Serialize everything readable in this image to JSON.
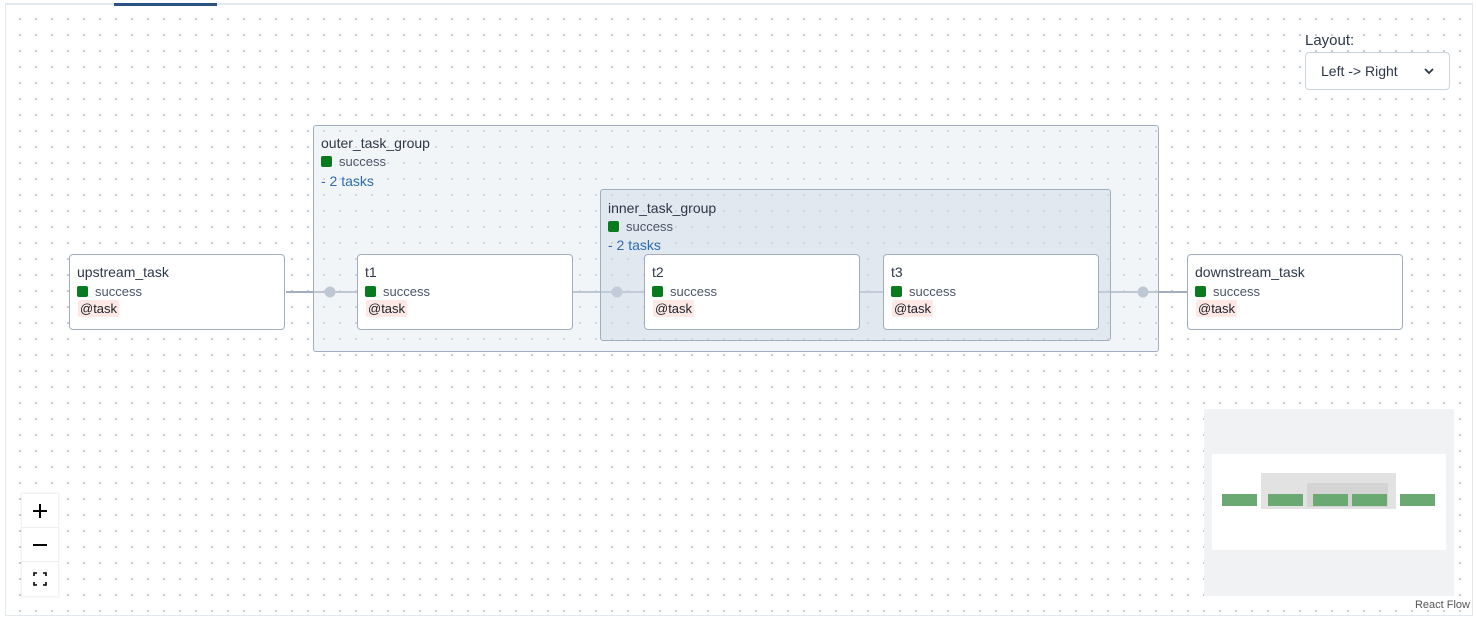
{
  "layout_control": {
    "label": "Layout:",
    "value": "Left -> Right"
  },
  "groups": {
    "outer": {
      "name": "outer_task_group",
      "status": "success",
      "task_count": "- 2 tasks"
    },
    "inner": {
      "name": "inner_task_group",
      "status": "success",
      "task_count": "- 2 tasks"
    }
  },
  "tasks": {
    "upstream": {
      "name": "upstream_task",
      "status": "success",
      "operator": "@task"
    },
    "t1": {
      "name": "t1",
      "status": "success",
      "operator": "@task"
    },
    "t2": {
      "name": "t2",
      "status": "success",
      "operator": "@task"
    },
    "t3": {
      "name": "t3",
      "status": "success",
      "operator": "@task"
    },
    "downstream": {
      "name": "downstream_task",
      "status": "success",
      "operator": "@task"
    }
  },
  "zoom_controls": [
    "zoom-in",
    "zoom-out",
    "fit-view"
  ],
  "attribution": "React Flow",
  "colors": {
    "success": "#0a7a1f",
    "edge": "#a0aec0",
    "edge_joint": "#a0aec0",
    "group_count_link": "#2b6cb0",
    "operator_bg": "#fde8e4"
  }
}
